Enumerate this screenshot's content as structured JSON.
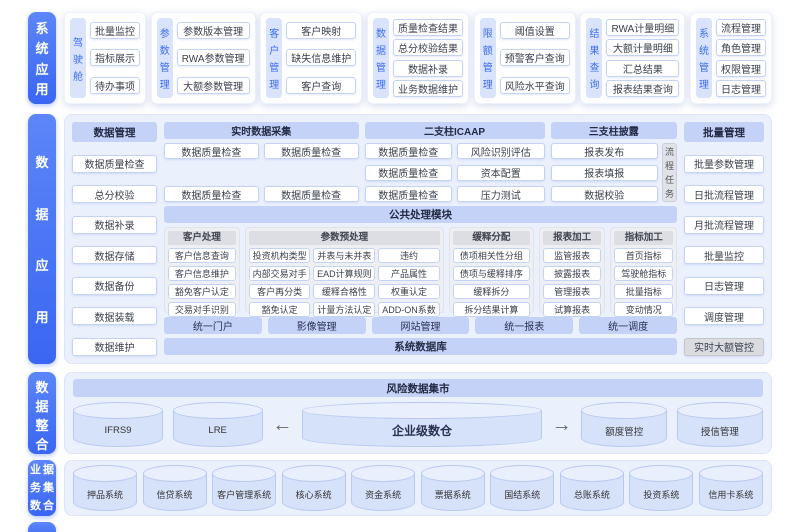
{
  "colors": {
    "accent_blue": "#3D6DF5",
    "band_label_gradient_top": "#5C86F8",
    "band_label_gradient_bottom": "#3A66F3",
    "band_background": "#EAF0FC",
    "header_chip": "#C4D2F8",
    "sub_label_chip": "#D9E3FB",
    "button_border": "#C5D3F3",
    "gray_box": "#EEEFF3",
    "gray_header": "#DCDEE4",
    "gray_button": "#DBDCE0",
    "cylinder_body": "#D6E1FA",
    "cylinder_top": "#E9EFFD"
  },
  "band1": {
    "label": "系统应用",
    "groups": [
      {
        "label": "驾驶舱",
        "items": [
          "批量监控",
          "指标展示",
          "待办事项"
        ]
      },
      {
        "label": "参数管理",
        "items": [
          "参数版本管理",
          "RWA参数管理",
          "大额参数管理"
        ]
      },
      {
        "label": "客户管理",
        "items": [
          "客户映射",
          "缺失信息维护",
          "客户查询"
        ]
      },
      {
        "label": "数据管理",
        "items": [
          "质量检查结果",
          "总分校验结果",
          "数据补录",
          "业务数据维护"
        ]
      },
      {
        "label": "限额管理",
        "items": [
          "阈值设置",
          "预警客户查询",
          "风险水平查询"
        ]
      },
      {
        "label": "结果查询",
        "items": [
          "RWA计量明细",
          "大额计量明细",
          "汇总结果",
          "报表结果查询"
        ]
      },
      {
        "label": "系统管理",
        "items": [
          "流程管理",
          "角色管理",
          "权限管理",
          "日志管理"
        ]
      }
    ]
  },
  "band2": {
    "label": "数据应用",
    "left_column": {
      "header": "数据管理",
      "items": [
        "数据质量检查",
        "总分校验",
        "数据补录",
        "数据存储",
        "数据备份",
        "数据装载",
        "数据维护"
      ]
    },
    "sections": {
      "realtime": {
        "header": "实时数据采集",
        "items": [
          "数据质量检查",
          "数据质量检查",
          "数据质量检查",
          "数据质量检查"
        ]
      },
      "icaap": {
        "header": "二支柱ICAAP",
        "items": [
          "数据质量检查",
          "风险识别评估",
          "数据质量检查",
          "资本配置",
          "数据质量检查",
          "压力测试"
        ]
      },
      "pillar3": {
        "header": "三支柱披露",
        "items": [
          "报表发布",
          "报表填报",
          "数据校验"
        ],
        "side_tab": "流程任务"
      }
    },
    "common": {
      "header": "公共处理模块",
      "groups": [
        {
          "header": "客户处理",
          "items": [
            "客户信息查询",
            "客户信息维护",
            "豁免客户认定",
            "交易对手识别"
          ]
        },
        {
          "header": "参数预处理",
          "items": [
            "投资机构类型",
            "内部交易对手",
            "客户再分类",
            "豁免认定",
            "并表与未并表",
            "EAD计算规则",
            "缓释合格性",
            "计量方法认定",
            "违约",
            "产品属性",
            "权重认定",
            "ADD-ON系数"
          ]
        },
        {
          "header": "缓释分配",
          "items": [
            "债项相关性分组",
            "债项与缓释排序",
            "缓释拆分",
            "拆分结果计算"
          ]
        },
        {
          "header": "报表加工",
          "items": [
            "监管报表",
            "披露报表",
            "管理报表",
            "试算报表"
          ]
        },
        {
          "header": "指标加工",
          "items": [
            "首页指标",
            "驾驶舱指标",
            "批量指标",
            "变动情况"
          ]
        }
      ]
    },
    "unified_row": [
      "统一门户",
      "影像管理",
      "网站管理",
      "统一报表",
      "统一调度"
    ],
    "database_bar": "系统数据库",
    "right_column": {
      "header": "批量管理",
      "items": [
        "批量参数管理",
        "日批流程管理",
        "月批流程管理",
        "批量监控",
        "日志管理",
        "调度管理"
      ],
      "highlight_item": "实时大额管控"
    }
  },
  "band3": {
    "label": "数据整合",
    "header": "风险数据集市",
    "cylinders_left": [
      "IFRS9",
      "LRE"
    ],
    "arrow_left": "←",
    "center_cylinder": "企业级数仓",
    "arrow_right": "→",
    "cylinders_right": [
      "额度管控",
      "授信管理"
    ]
  },
  "band4": {
    "label": "业务数据集合",
    "cylinders": [
      "押品系统",
      "信贷系统",
      "客户管理系统",
      "核心系统",
      "资金系统",
      "票据系统",
      "国结系统",
      "总账系统",
      "投资系统",
      "信用卡系统"
    ]
  }
}
